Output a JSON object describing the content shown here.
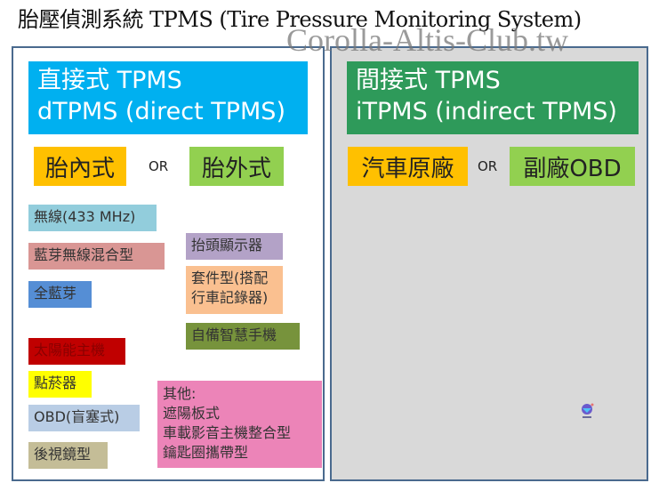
{
  "title": "胎壓偵測系統 TPMS (Tire Pressure Monitoring System)",
  "watermark": "Corolla-Altis-Club.tw",
  "direct": {
    "header_line1": "直接式 TPMS",
    "header_line2": "dTPMS (direct TPMS)",
    "option_a": "胎內式",
    "or": "OR",
    "option_b": "胎外式",
    "inner_items": [
      "無線(433 MHz)",
      "藍芽無線混合型",
      "全藍芽"
    ],
    "power_items": [
      "太陽能主機",
      "點菸器",
      "OBD(盲塞式)",
      "後視鏡型"
    ],
    "display_items": [
      "抬頭顯示器",
      "套件型(搭配",
      "行車記錄器)",
      "自備智慧手機"
    ],
    "other": [
      "其他:",
      "遮陽板式",
      "車載影音主機整合型",
      "鑰匙圈攜帶型"
    ]
  },
  "indirect": {
    "header_line1": "間接式 TPMS",
    "header_line2": "iTPMS (indirect TPMS)",
    "option_a": "汽車原廠",
    "or": "OR",
    "option_b": "副廠OBD"
  },
  "colors": {
    "direct_header": "#00b0f0",
    "indirect_header": "#2e9a5a",
    "option": "#ffc000",
    "green_option": "#92d050"
  }
}
